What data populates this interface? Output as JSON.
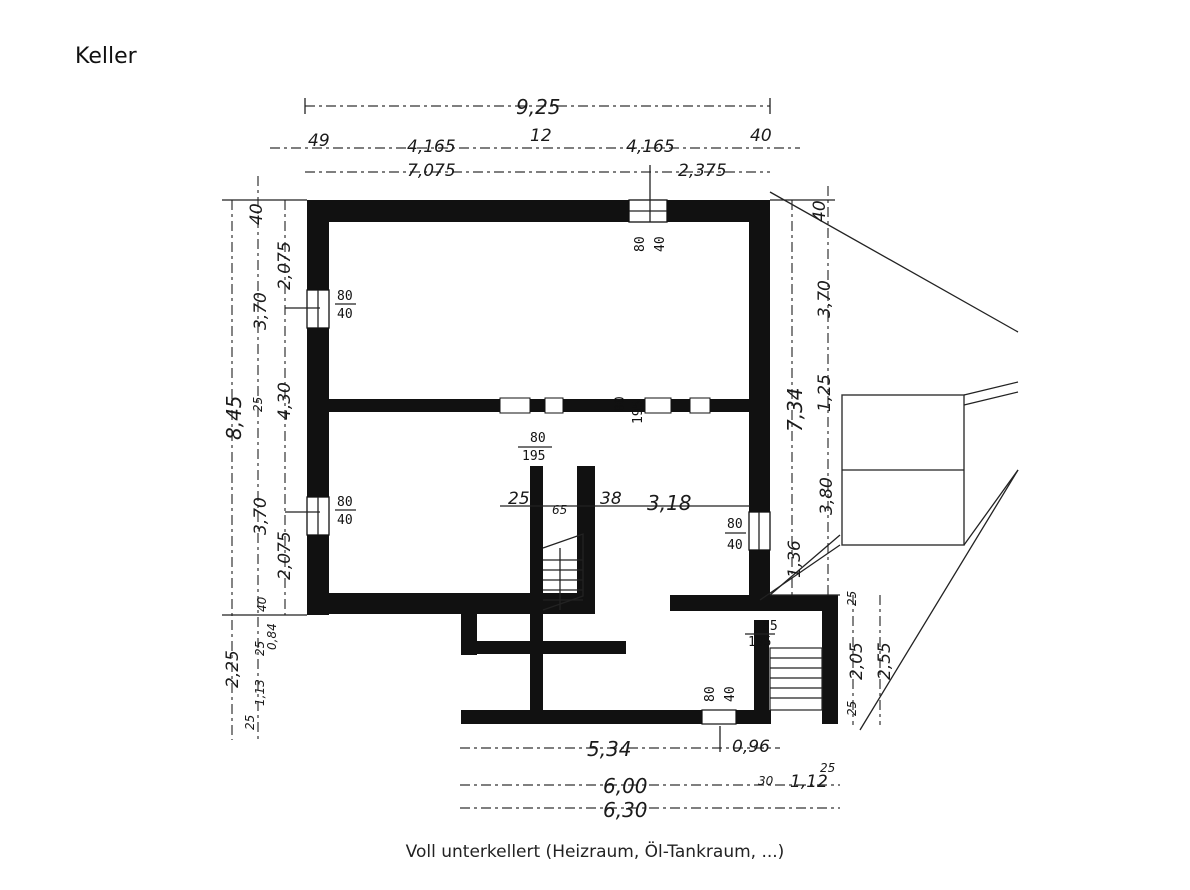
{
  "title": "Keller",
  "caption": "Voll unterkellert (Heizraum, Öl-Tankraum, ...)",
  "dimensions": {
    "top_total": "9,25",
    "top_row": [
      "49",
      "4,165",
      "12",
      "4,165",
      "40"
    ],
    "top_row2": [
      "7,075",
      "2,375"
    ],
    "left_total": "8,45",
    "left_row": [
      "40",
      "2,075",
      "3,70",
      "25",
      "4,30",
      "3,70",
      "2,075",
      "40",
      "0,84",
      "2,25",
      "1,13",
      "25",
      "25"
    ],
    "right_row": [
      "40",
      "3,70",
      "1,25",
      "7,34",
      "3,80",
      "1,36",
      "25",
      "2,05",
      "2,55",
      "25"
    ],
    "interior": [
      "25",
      "65",
      "38",
      "3,18"
    ],
    "bottom_rows": [
      "5,34",
      "0,96",
      "6,00",
      "30",
      "1,12",
      "25",
      "6,30"
    ]
  },
  "openings": {
    "window_top_right": [
      "80",
      "40"
    ],
    "window_left_upper": [
      "80",
      "40"
    ],
    "window_left_lower": [
      "80",
      "40"
    ],
    "door_center": [
      "80",
      "195"
    ],
    "door_mid_right": [
      "80",
      "195"
    ],
    "window_right": [
      "80",
      "40"
    ],
    "door_annex": [
      "85",
      "195"
    ],
    "window_annex_bottom": [
      "80",
      "40"
    ]
  }
}
